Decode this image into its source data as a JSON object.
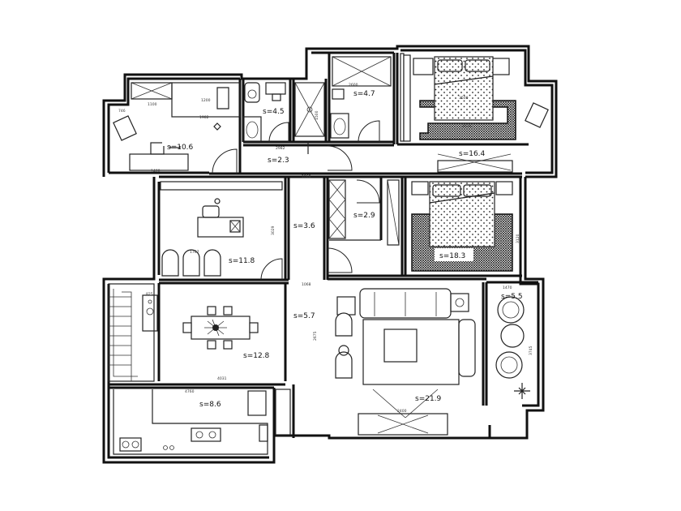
{
  "rooms": [
    {
      "id": "study",
      "label": "s=10.6"
    },
    {
      "id": "bath1",
      "label": "s=4.5"
    },
    {
      "id": "bath2",
      "label": "s=4.7"
    },
    {
      "id": "master",
      "label": "s=16.4"
    },
    {
      "id": "hall1",
      "label": "s=2.3"
    },
    {
      "id": "corridor",
      "label": "s=3.6"
    },
    {
      "id": "closet",
      "label": "s=2.9"
    },
    {
      "id": "bedroom2",
      "label": "s=18.3"
    },
    {
      "id": "bedroom3",
      "label": "s=11.8"
    },
    {
      "id": "dining",
      "label": "s=12.8"
    },
    {
      "id": "foyer",
      "label": "s=5.7"
    },
    {
      "id": "balcony",
      "label": "s=5.5"
    },
    {
      "id": "kitchen",
      "label": "s=8.6"
    },
    {
      "id": "living",
      "label": "s=21.9"
    }
  ],
  "dimensions": [
    "1100",
    "1200",
    "1982",
    "1400",
    "2982",
    "1068",
    "1068",
    "1767",
    "3029",
    "4031",
    "2675",
    "1470",
    "3745",
    "2600",
    "3500",
    "2070",
    "3120",
    "746",
    "1500",
    "825",
    "4760",
    "2400"
  ],
  "colors": {
    "line": "#111111",
    "background": "#ffffff"
  }
}
